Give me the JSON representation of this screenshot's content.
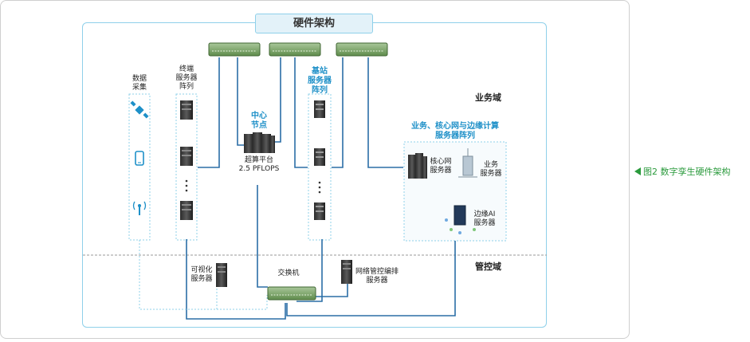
{
  "diagram": {
    "title": "硬件架构",
    "domain_business": "业务域",
    "domain_control": "管控域",
    "data_collection": [
      "数据",
      "采集"
    ],
    "terminal_array": [
      "终端",
      "服务器",
      "阵列"
    ],
    "center_node": [
      "中心",
      "节点"
    ],
    "supercomputer": [
      "超算平台",
      "2.5 PFLOPS"
    ],
    "base_station_array": [
      "基站",
      "服务器",
      "阵列"
    ],
    "business_array_title": [
      "业务、核心网与边缘计算",
      "服务器阵列"
    ],
    "core_net_server": [
      "核心网",
      "服务器"
    ],
    "business_server": [
      "业务",
      "服务器"
    ],
    "edge_ai_server": [
      "边缘AI",
      "服务器"
    ],
    "visual_server": [
      "可视化",
      "服务器"
    ],
    "switch": "交换机",
    "net_control_server": [
      "网络管控编排",
      "服务器"
    ]
  },
  "caption": "图2  数字孪生硬件架构",
  "colors": {
    "accent_blue": "#1e90c8",
    "line_blue": "#2b6ea6",
    "border_light": "#8fd0ea",
    "caption_green": "#2a9a3c",
    "switch_green": "#6d9a5a"
  },
  "icons": [
    "satellite-icon",
    "phone-icon",
    "antenna-icon",
    "server-rack-icon",
    "network-switch-icon"
  ]
}
